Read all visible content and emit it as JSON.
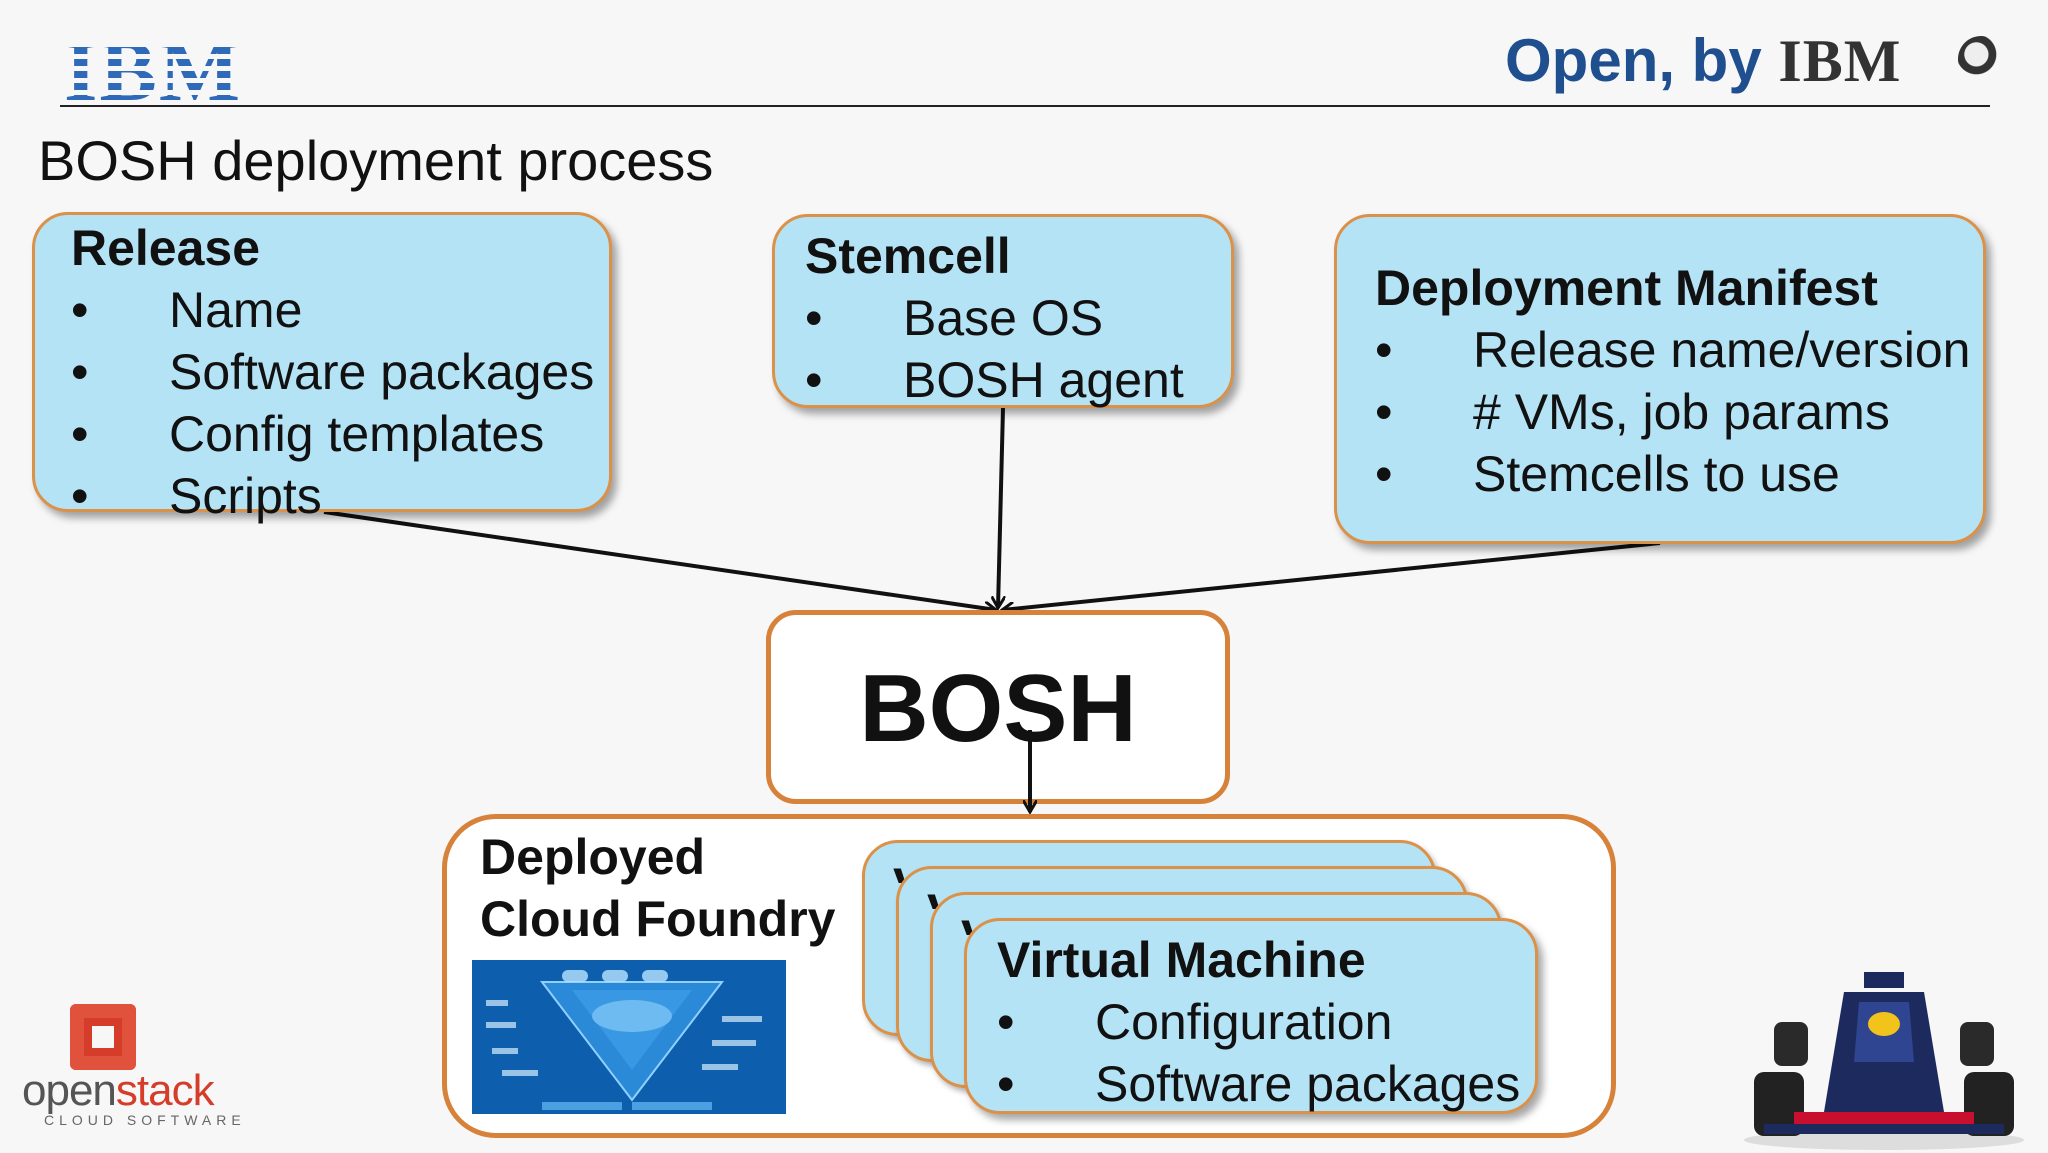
{
  "header": {
    "ibm_logo": "IBM",
    "open_by": "Open, by",
    "open_by_brand": "IBM"
  },
  "slide_title": "BOSH deployment process",
  "release": {
    "title": "Release",
    "items": [
      "Name",
      "Software packages",
      "Config templates",
      "Scripts"
    ]
  },
  "stemcell": {
    "title": "Stemcell",
    "items": [
      "Base OS",
      "BOSH agent"
    ]
  },
  "manifest": {
    "title": "Deployment Manifest",
    "items": [
      "Release name/version",
      "# VMs, job params",
      "Stemcells to use"
    ]
  },
  "bosh": {
    "label": "BOSH"
  },
  "deployed": {
    "line1": "Deployed",
    "line2": "Cloud Foundry"
  },
  "vm": {
    "title": "Virtual Machine",
    "items": [
      "Configuration",
      "Software packages"
    ]
  },
  "footer": {
    "openstack_open": "open",
    "openstack_stack": "stack",
    "openstack_sub": "CLOUD SOFTWARE"
  },
  "colors": {
    "box_fill": "#b5e3f6",
    "box_border": "#dc9148",
    "bosh_border": "#d7823a",
    "ibm_blue": "#1f5ba8"
  }
}
